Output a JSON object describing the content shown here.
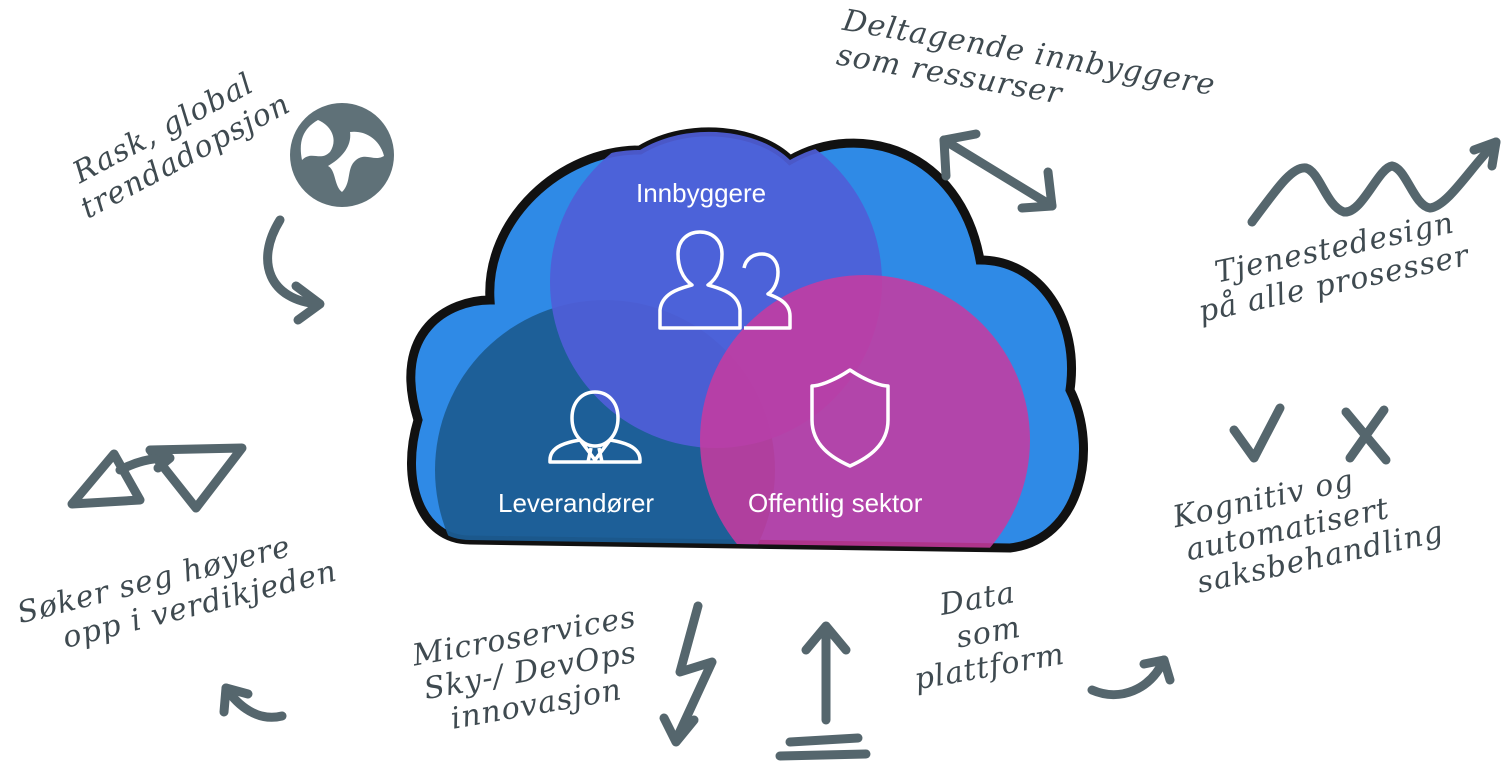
{
  "circles": {
    "citizens": "Innbyggere",
    "suppliers": "Leverandører",
    "public_sector": "Offentlig sektor"
  },
  "annotations": {
    "trend": [
      "Rask, global",
      "trendadopsjon"
    ],
    "participating": [
      "Deltagende innbyggere",
      "som ressurser"
    ],
    "service_design": [
      "Tjenestedesign",
      "på alle prosesser"
    ],
    "cognitive": [
      "Kognitiv og",
      "automatisert",
      "saksbehandling"
    ],
    "data": [
      "Data",
      "som",
      "plattform"
    ],
    "microservices": [
      "Microservices",
      "Sky-/ DevOps",
      "innovasjon"
    ],
    "value_chain": [
      "Søker seg høyere",
      "opp i verdikjeden"
    ]
  },
  "colors": {
    "citizens": "#4f5ed8",
    "suppliers": "#1c5d93",
    "public_sector": "#c83a9f",
    "cloud_fill": "#2f8ae6",
    "ink": "#55666d"
  },
  "icons": {
    "citizens": "user-group-icon",
    "suppliers": "businessman-icon",
    "public_sector": "shield-icon"
  }
}
